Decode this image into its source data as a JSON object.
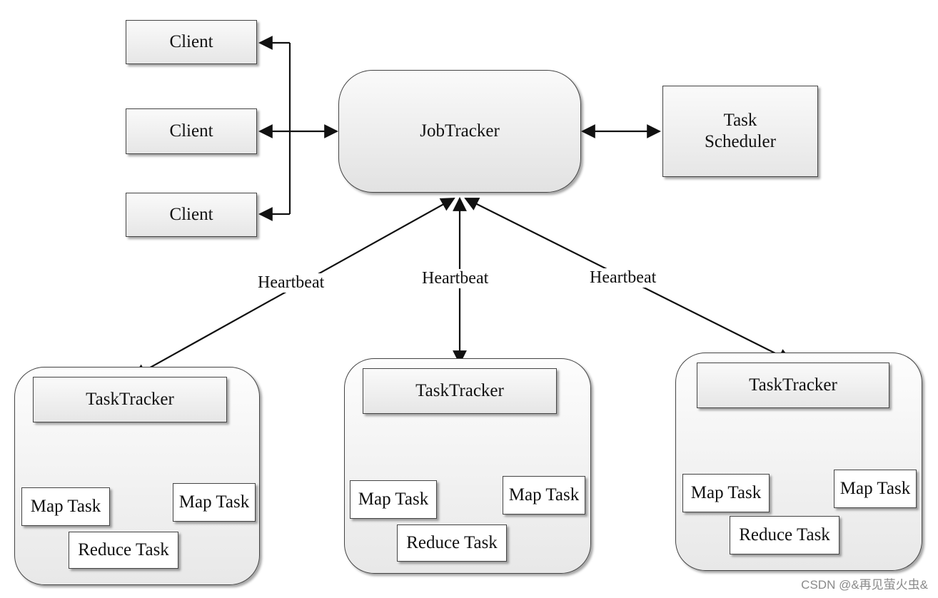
{
  "clients": [
    "Client",
    "Client",
    "Client"
  ],
  "job_tracker": "JobTracker",
  "task_scheduler": "Task Scheduler",
  "heartbeat_labels": [
    "Heartbeat",
    "Heartbeat",
    "Heartbeat"
  ],
  "groups": [
    {
      "task_tracker": "TaskTracker",
      "map_task_1": "Map Task",
      "map_task_2": "Map Task",
      "reduce_task": "Reduce Task"
    },
    {
      "task_tracker": "TaskTracker",
      "map_task_1": "Map Task",
      "map_task_2": "Map Task",
      "reduce_task": "Reduce Task"
    },
    {
      "task_tracker": "TaskTracker",
      "map_task_1": "Map Task",
      "map_task_2": "Map Task",
      "reduce_task": "Reduce Task"
    }
  ],
  "watermark": "CSDN @&再见萤火虫&"
}
